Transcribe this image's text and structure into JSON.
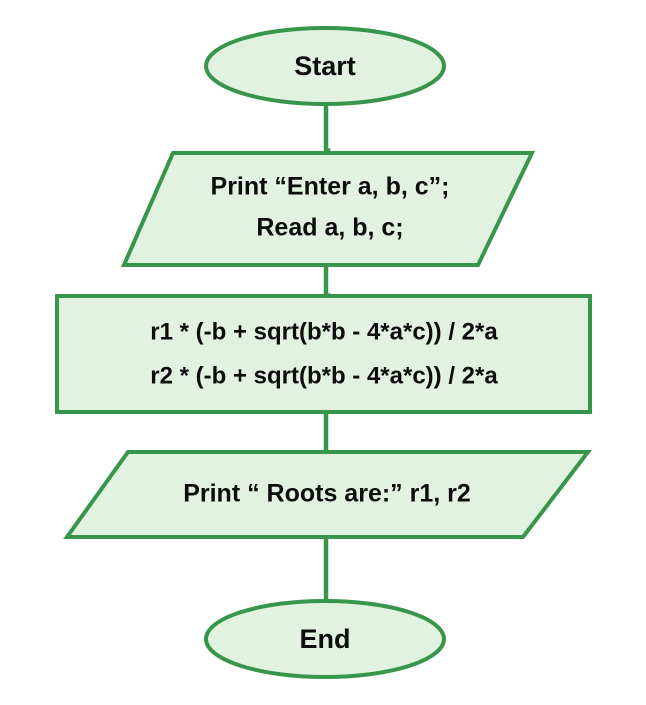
{
  "diagram": {
    "type": "flowchart",
    "title": "Quadratic roots flowchart",
    "colors": {
      "shape_fill": "#e1f3e0",
      "shape_stroke": "#38964c",
      "connector": "#38964c",
      "text": "#0d0d0d",
      "background": "#ffffff"
    },
    "nodes": [
      {
        "id": "start",
        "shape": "terminal-ellipse",
        "name": "start-terminal",
        "lines": [
          "Start"
        ]
      },
      {
        "id": "input",
        "shape": "parallelogram-io",
        "name": "input-io-node",
        "lines": [
          "Print “Enter a, b, c”;",
          "Read a, b, c;"
        ]
      },
      {
        "id": "process",
        "shape": "rectangle-process",
        "name": "process-node",
        "lines": [
          "r1 * (-b + sqrt(b*b - 4*a*c)) / 2*a",
          "r2 * (-b + sqrt(b*b - 4*a*c)) / 2*a"
        ]
      },
      {
        "id": "output",
        "shape": "parallelogram-io",
        "name": "output-io-node",
        "lines": [
          "Print “ Roots are:” r1, r2"
        ]
      },
      {
        "id": "end",
        "shape": "terminal-ellipse",
        "name": "end-terminal",
        "lines": [
          "End"
        ]
      }
    ],
    "edges": [
      {
        "from": "start",
        "to": "input",
        "name": "connector-start-to-input"
      },
      {
        "from": "input",
        "to": "process",
        "name": "connector-input-to-process"
      },
      {
        "from": "process",
        "to": "output",
        "name": "connector-process-to-output"
      },
      {
        "from": "output",
        "to": "end",
        "name": "connector-output-to-end"
      }
    ]
  }
}
